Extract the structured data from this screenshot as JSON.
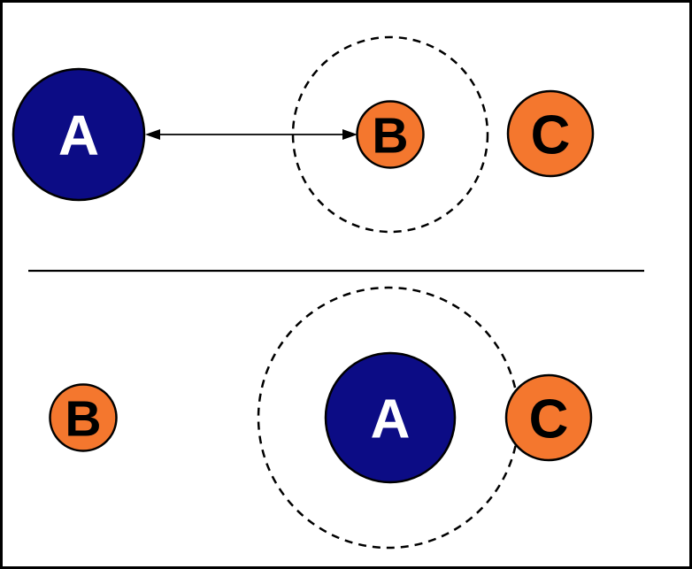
{
  "figure": {
    "description": "Two-panel circle diagram",
    "panels": [
      {
        "name": "top",
        "nodes": [
          {
            "label": "A",
            "color_role": "navy"
          },
          {
            "label": "B",
            "color_role": "orange"
          },
          {
            "label": "C",
            "color_role": "orange"
          }
        ],
        "arrow": {
          "type": "double-headed",
          "from": "A",
          "to": "B"
        },
        "dashed_circle_around": "B"
      },
      {
        "name": "bottom",
        "nodes": [
          {
            "label": "B",
            "color_role": "orange"
          },
          {
            "label": "A",
            "color_role": "navy"
          },
          {
            "label": "C",
            "color_role": "orange"
          }
        ],
        "dashed_circle_around": "A"
      }
    ]
  },
  "colors": {
    "navy": "#0c0c85",
    "orange": "#f4772e",
    "outline": "#000000",
    "label_on_navy": "#ffffff",
    "label_on_orange": "#000000",
    "background": "#ffffff"
  }
}
